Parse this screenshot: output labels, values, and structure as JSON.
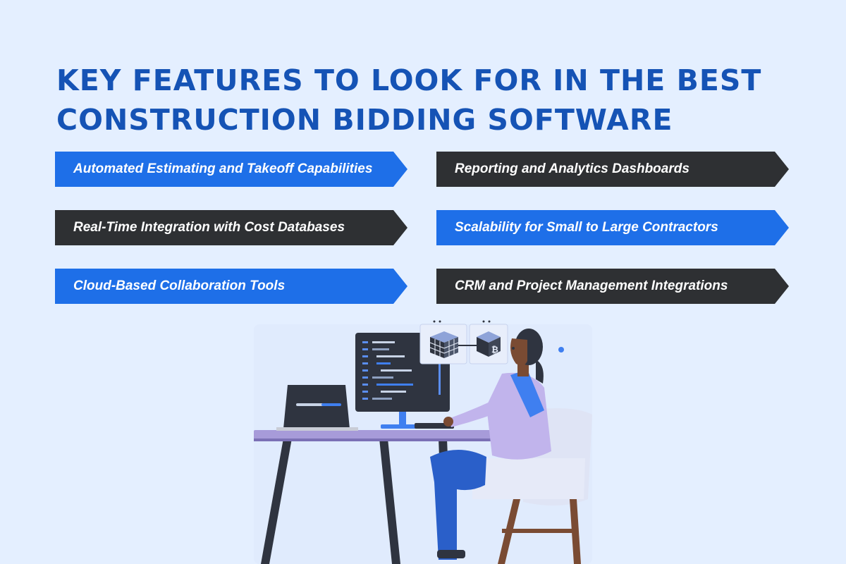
{
  "title": {
    "line1": "KEY FEATURES TO LOOK FOR IN THE BEST",
    "line2": "CONSTRUCTION BIDDING SOFTWARE"
  },
  "features": [
    {
      "label": "Automated Estimating and Takeoff Capabilities",
      "style": "blue"
    },
    {
      "label": "Reporting and Analytics Dashboards",
      "style": "dark"
    },
    {
      "label": "Real-Time Integration with Cost Databases",
      "style": "dark"
    },
    {
      "label": "Scalability for Small to Large Contractors",
      "style": "blue"
    },
    {
      "label": "Cloud-Based Collaboration Tools",
      "style": "blue"
    },
    {
      "label": "CRM and Project Management Integrations",
      "style": "dark"
    }
  ],
  "illustration": {
    "icon": "person-at-desk-illustration",
    "cube_glyph": "₿"
  },
  "colors": {
    "background": "#e4efff",
    "title": "#1553b5",
    "blue_banner": "#1e6fe8",
    "dark_banner": "#2e3033"
  }
}
